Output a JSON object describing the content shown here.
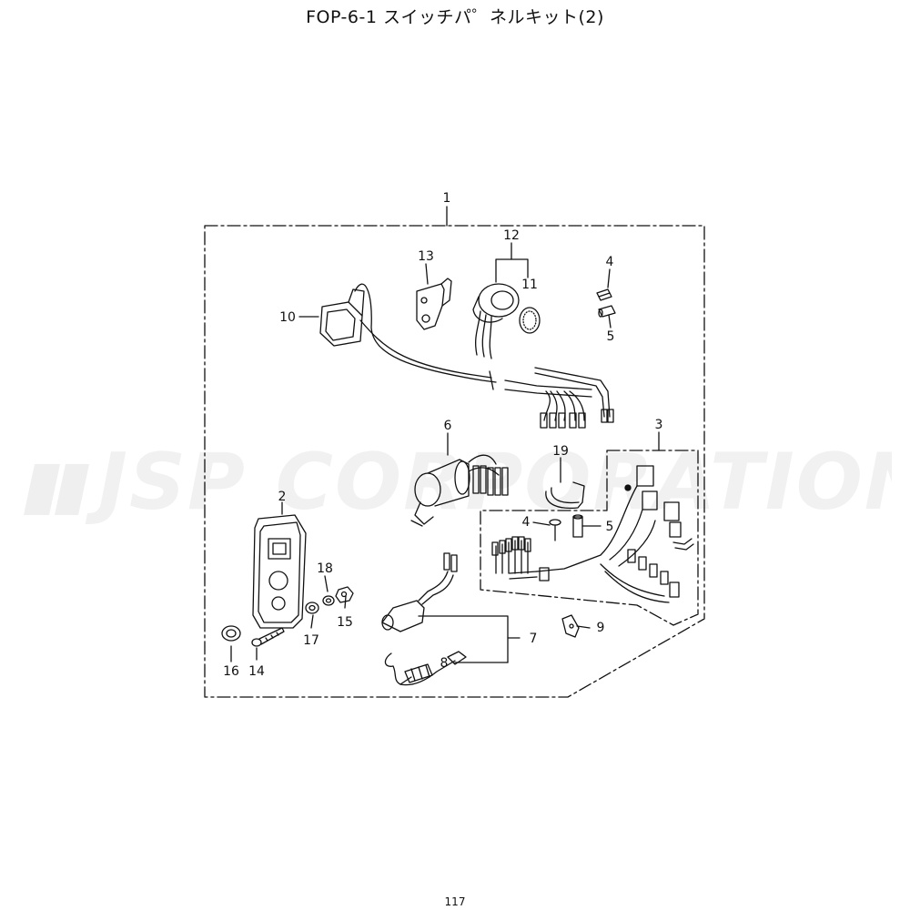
{
  "page": {
    "title": "FOP-6-1 スイッチパ゜ネルキット(2)",
    "page_number": "117"
  },
  "watermark": {
    "text": "JSP CORPORATION"
  },
  "callouts": [
    "1",
    "2",
    "3",
    "4",
    "5",
    "6",
    "7",
    "8",
    "9",
    "10",
    "11",
    "12",
    "13",
    "14",
    "15",
    "16",
    "17",
    "18",
    "19"
  ]
}
